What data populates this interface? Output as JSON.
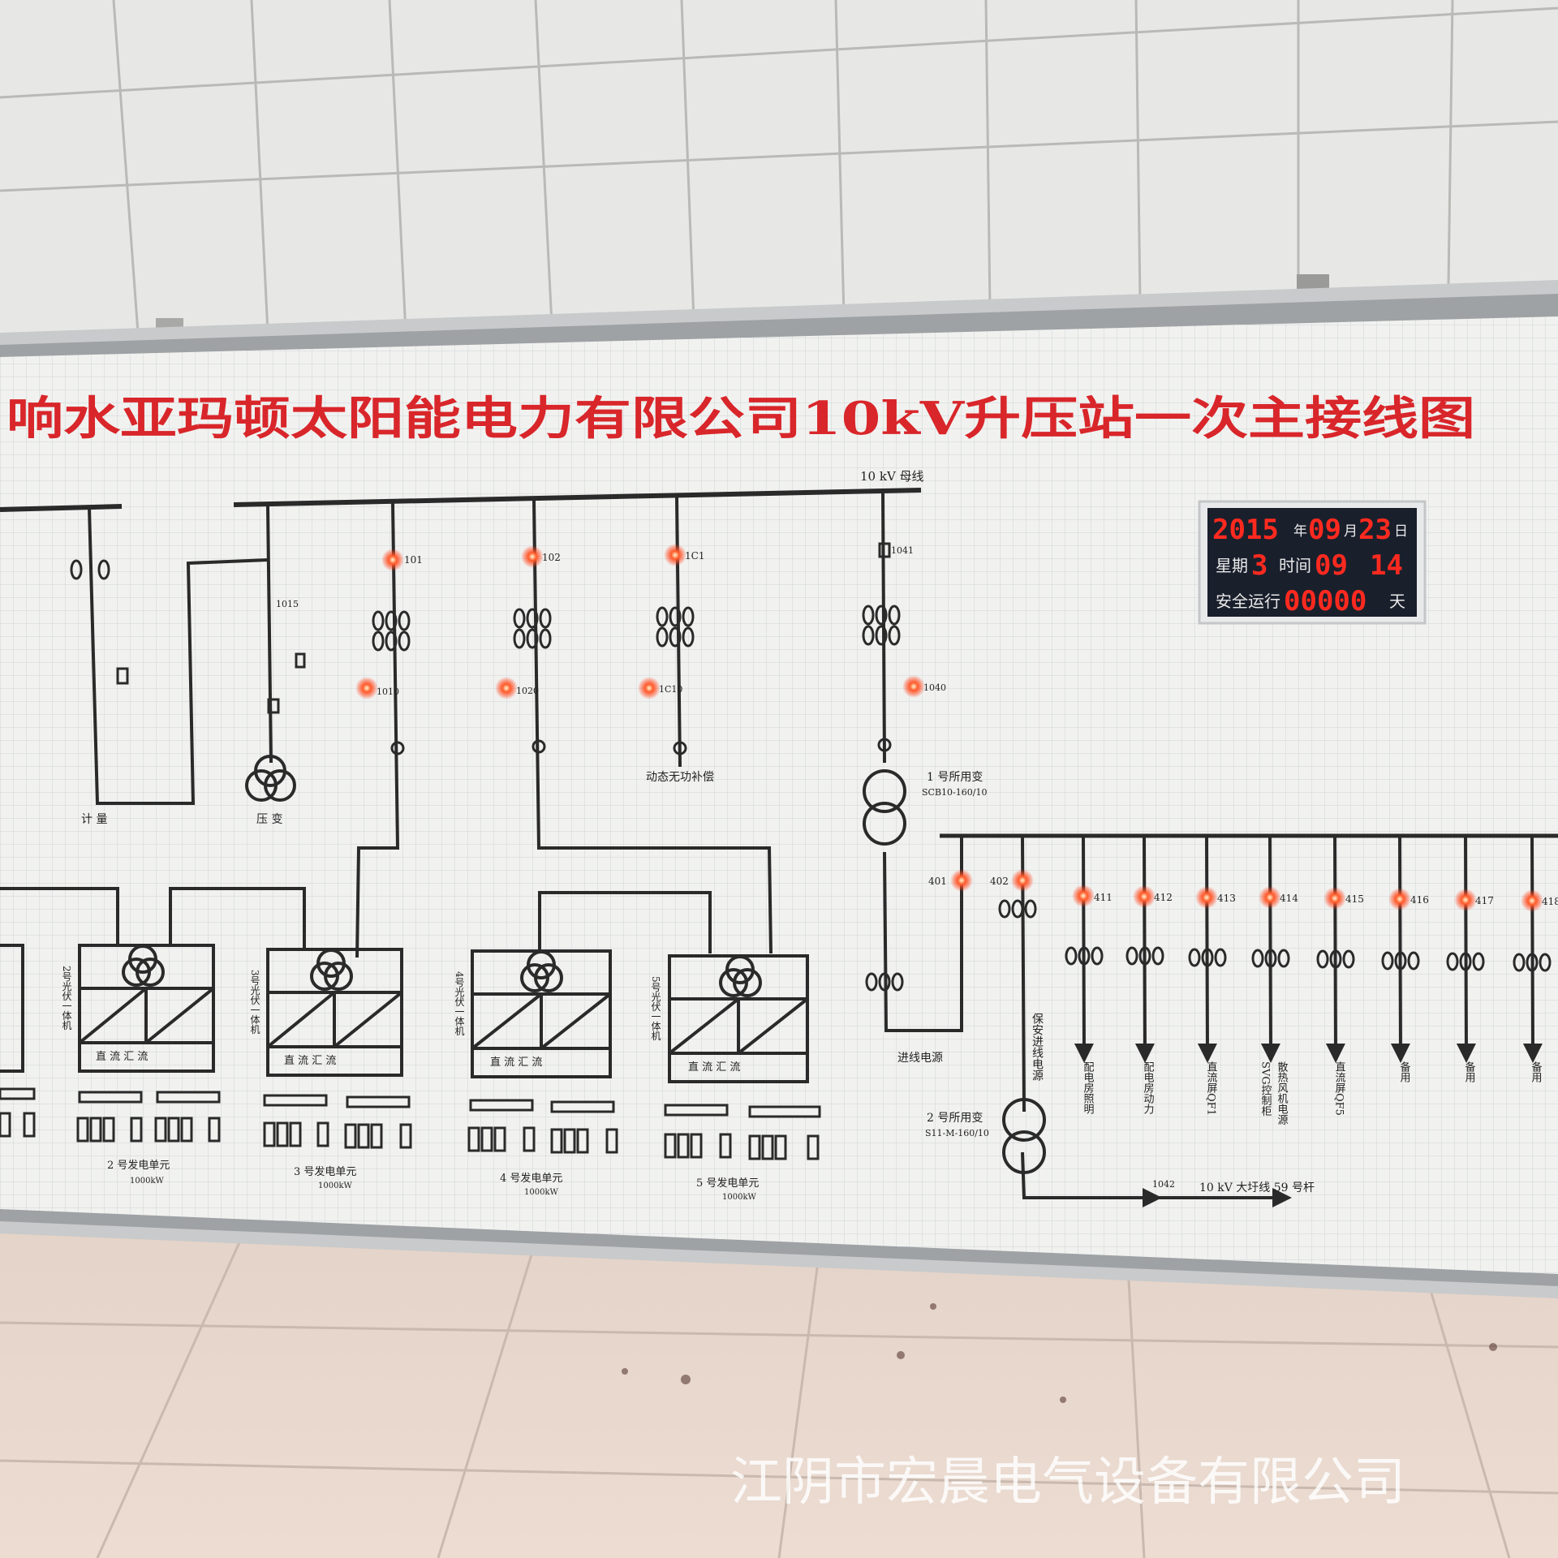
{
  "board": {
    "title": "响水亚玛顿太阳能电力有限公司10kV升压站一次主接线图",
    "bus_label": "10 kV 母线"
  },
  "clock": {
    "year": "2015",
    "year_unit": "年",
    "month": "09",
    "month_unit": "月",
    "day": "23",
    "day_unit": "日",
    "weekday_label": "星期",
    "weekday": "3",
    "time_label": "时间",
    "hour": "09",
    "minute": "14",
    "safe_label": "安全运行",
    "safe_days": "00000",
    "safe_unit": "天"
  },
  "feeders": {
    "f101": "101",
    "f1010": "1010",
    "f102": "102",
    "f1020": "1020",
    "f1c1": "1C1",
    "f1c10": "1C10",
    "f1041": "1041",
    "f1040": "1040",
    "f1015": "1015",
    "f1042": "1042"
  },
  "labels": {
    "metering": "计  量",
    "pt": "压  变",
    "svg_comp": "动态无功补偿",
    "aux1_name": "1 号所用变",
    "aux1_model": "SCB10-160/10",
    "aux2_name": "2 号所用变",
    "aux2_model": "S11-M-160/10",
    "incoming_power": "进线电源",
    "guarantee_power": "保安进线电源",
    "line_out": "10 kV 大圩线 59 号杆",
    "dc_combiner": "直  流  汇  流"
  },
  "units": [
    {
      "pv_label": "2号光伏一体机",
      "name": "2 号发电单元",
      "rating": "1000kW"
    },
    {
      "pv_label": "3号光伏一体机",
      "name": "3 号发电单元",
      "rating": "1000kW"
    },
    {
      "pv_label": "4号光伏一体机",
      "name": "4 号发电单元",
      "rating": "1000kW"
    },
    {
      "pv_label": "5号光伏一体机",
      "name": "5 号发电单元",
      "rating": "1000kW"
    }
  ],
  "lv_feeders": [
    {
      "id": "401",
      "label": ""
    },
    {
      "id": "402",
      "label": ""
    },
    {
      "id": "411",
      "label": "配电房照明"
    },
    {
      "id": "412",
      "label": "配电房动力"
    },
    {
      "id": "413",
      "label": "直流屏QF1"
    },
    {
      "id": "414",
      "label": "SVG控制柜\n散热风机电源"
    },
    {
      "id": "415",
      "label": "直流屏QF5"
    },
    {
      "id": "416",
      "label": "备用"
    },
    {
      "id": "417",
      "label": "备用"
    },
    {
      "id": "418",
      "label": "备用"
    }
  ],
  "watermark": "江阴市宏晨电气设备有限公司",
  "colors": {
    "title_red": "#d8262a",
    "led_red": "#ff2a1f",
    "indicator_glow": "#ff4a2a",
    "board_bg": "#f1f2f0",
    "line": "#2a2a2a"
  }
}
